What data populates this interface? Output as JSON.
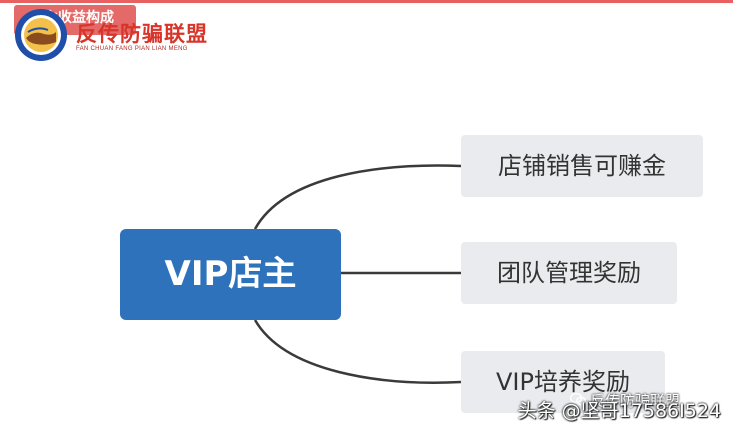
{
  "header": {
    "title_tab": "店主收益构成",
    "logo_text": "反传防骗联盟",
    "logo_subtext": "FAN CHUAN FANG PIAN LIAN MENG"
  },
  "diagram": {
    "root": "VIP店主",
    "branches": [
      {
        "label": "店铺销售可赚金"
      },
      {
        "label": "团队管理奖励"
      },
      {
        "label": "VIP培养奖励"
      }
    ]
  },
  "watermark": {
    "account": "反传防骗联盟",
    "credit": "头条 @坚哥17586I524"
  },
  "colors": {
    "root_fill": "#2e72bb",
    "leaf_fill": "#e9ebee",
    "accent_red": "#e46a6a",
    "logo_red": "#d8342a"
  }
}
